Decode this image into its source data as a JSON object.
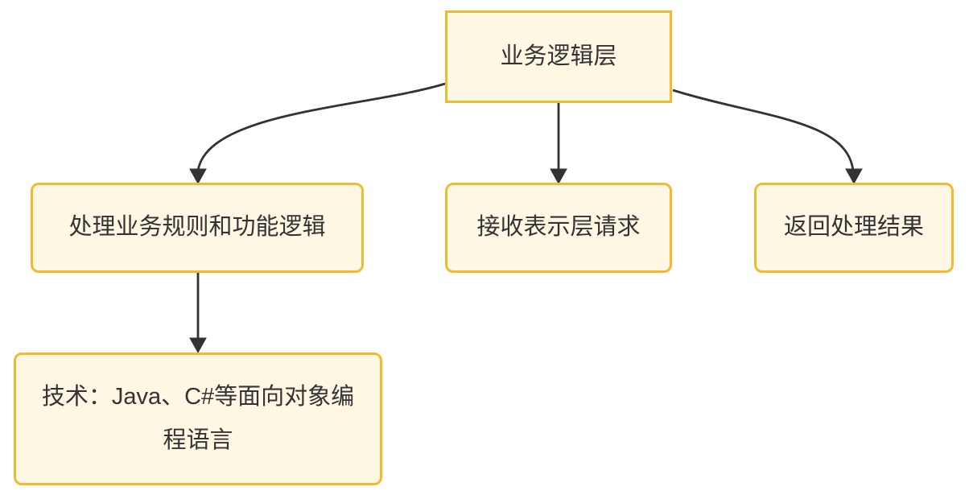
{
  "diagram": {
    "type": "flowchart-top-down",
    "colors": {
      "background": "#ffffff",
      "node_fill": "#fef7e4",
      "node_border": "#f2ba31",
      "text": "#333333",
      "arrow": "#333333"
    },
    "nodes": {
      "root": {
        "label": "业务逻辑层",
        "shape": "rectangle"
      },
      "rules": {
        "label": "处理业务规则和功能逻辑",
        "shape": "rounded"
      },
      "receive": {
        "label": "接收表示层请求",
        "shape": "rounded"
      },
      "result": {
        "label": "返回处理结果",
        "shape": "rounded"
      },
      "tech": {
        "label": "技术：Java、C#等面向对象编程语言",
        "lines": [
          "技术：Java、C#等面向对象编",
          "程语言"
        ],
        "shape": "rounded"
      }
    },
    "edges": [
      {
        "from": "root",
        "to": "rules",
        "style": "curved-arrow"
      },
      {
        "from": "root",
        "to": "receive",
        "style": "straight-arrow"
      },
      {
        "from": "root",
        "to": "result",
        "style": "curved-arrow"
      },
      {
        "from": "rules",
        "to": "tech",
        "style": "straight-arrow"
      }
    ]
  }
}
